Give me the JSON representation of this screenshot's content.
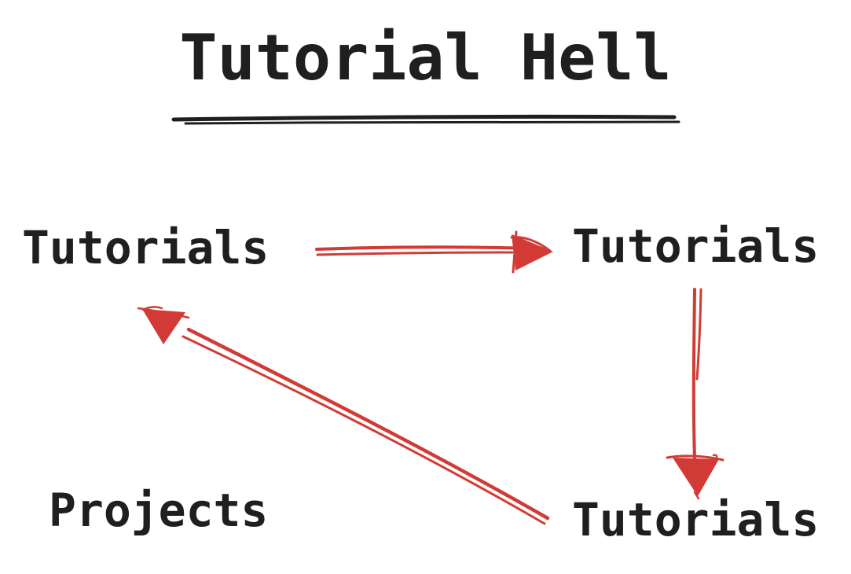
{
  "title": {
    "text": "Tutorial Hell"
  },
  "colors": {
    "background": "#ffffff",
    "text": "#1f1f1f",
    "arrow": "#d23b35"
  },
  "nodes": {
    "tutorials_left": {
      "label": "Tutorials"
    },
    "tutorials_right": {
      "label": "Tutorials"
    },
    "tutorials_bottom": {
      "label": "Tutorials"
    },
    "projects": {
      "label": "Projects"
    }
  },
  "arrows": [
    {
      "name": "arrow-tutorials-left-to-tutorials-right",
      "from": "tutorials_left",
      "to": "tutorials_right",
      "direction": "right"
    },
    {
      "name": "arrow-tutorials-right-to-tutorials-bottom",
      "from": "tutorials_right",
      "to": "tutorials_bottom",
      "direction": "down"
    },
    {
      "name": "arrow-tutorials-bottom-to-tutorials-left",
      "from": "tutorials_bottom",
      "to": "tutorials_left",
      "direction": "up-left"
    }
  ]
}
